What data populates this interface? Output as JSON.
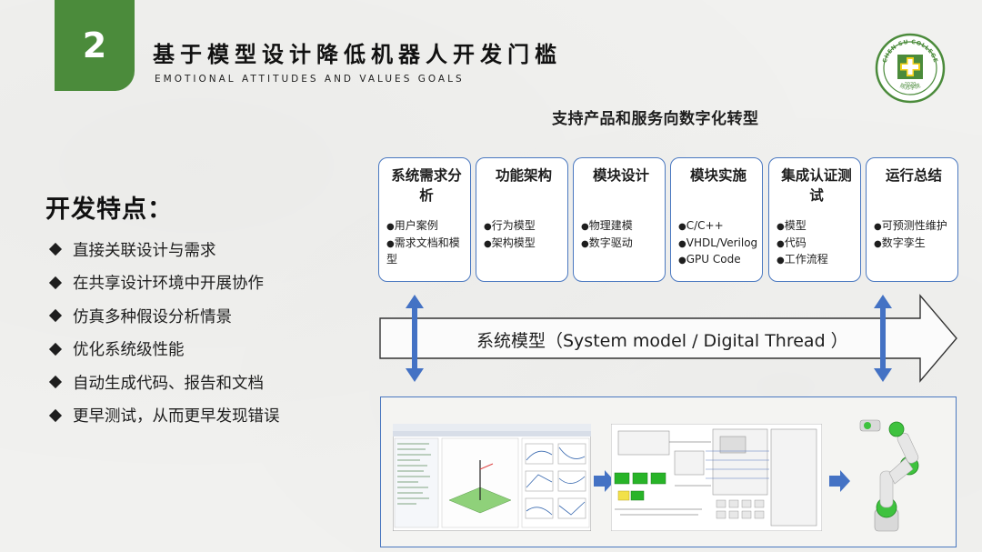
{
  "slide": {
    "number": "2",
    "title": "基于模型设计降低机器人开发门槛",
    "subtitle": "EMOTIONAL ATTITUDES AND VALUES GOALS",
    "banner": "支持产品和服务向数字化转型"
  },
  "logo": {
    "icon": "college-logo-icon",
    "text_top": "CHEN SU COLLEGE",
    "year": "2020",
    "text_bottom": "陈苏学院"
  },
  "features": {
    "heading": "开发特点：",
    "items": [
      "直接关联设计与需求",
      "在共享设计环境中开展协作",
      "仿真多种假设分析情景",
      "优化系统级性能",
      "自动生成代码、报告和文档",
      "更早测试，从而更早发现错误"
    ]
  },
  "stages": [
    {
      "title": "系统需求分析",
      "items": [
        "用户案例",
        "需求文档和模型"
      ]
    },
    {
      "title": "功能架构",
      "items": [
        "行为模型",
        "架构模型"
      ]
    },
    {
      "title": "模块设计",
      "items": [
        "物理建模",
        "数字驱动"
      ]
    },
    {
      "title": "模块实施",
      "items": [
        "C/C++",
        "VHDL/Verilog",
        "GPU Code"
      ]
    },
    {
      "title": "集成认证测试",
      "items": [
        "模型",
        "代码",
        "工作流程"
      ]
    },
    {
      "title": "运行总结",
      "items": [
        "可预测性维护",
        "数字孪生"
      ]
    }
  ],
  "system_model": {
    "label": "系统模型（System model / Digital Thread ）"
  },
  "colors": {
    "accent_green": "#4b8b3b",
    "border_blue": "#4a78c0",
    "arrow_blue": "#4472c4"
  }
}
